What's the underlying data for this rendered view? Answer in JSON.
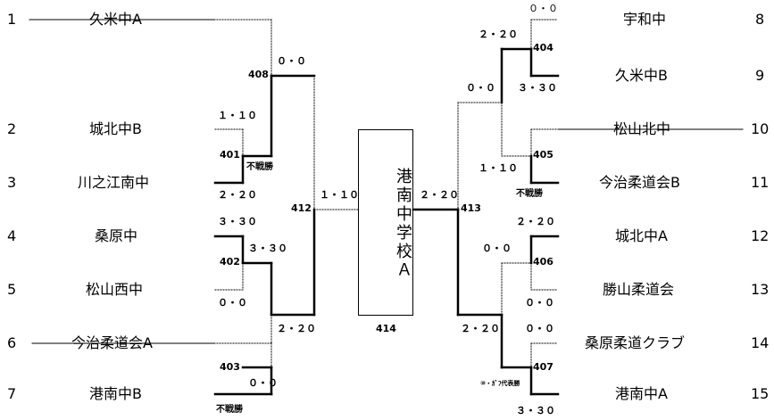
{
  "left_teams": [
    {
      "seed": "1",
      "name": "久米中A",
      "withdrawn": true
    },
    {
      "seed": "2",
      "name": "城北中B",
      "withdrawn": false
    },
    {
      "seed": "3",
      "name": "川之江南中",
      "withdrawn": false
    },
    {
      "seed": "4",
      "name": "桑原中",
      "withdrawn": false
    },
    {
      "seed": "5",
      "name": "松山西中",
      "withdrawn": false
    },
    {
      "seed": "6",
      "name": "今治柔道会A",
      "withdrawn": true
    },
    {
      "seed": "7",
      "name": "港南中B",
      "withdrawn": false
    }
  ],
  "right_teams": [
    {
      "seed": "8",
      "name": "宇和中",
      "withdrawn": false
    },
    {
      "seed": "9",
      "name": "久米中B",
      "withdrawn": false
    },
    {
      "seed": "10",
      "name": "松山北中",
      "withdrawn": true
    },
    {
      "seed": "11",
      "name": "今治柔道会B",
      "withdrawn": false
    },
    {
      "seed": "12",
      "name": "城北中A",
      "withdrawn": false
    },
    {
      "seed": "13",
      "name": "勝山柔道会",
      "withdrawn": false
    },
    {
      "seed": "14",
      "name": "桑原柔道クラブ",
      "withdrawn": false
    },
    {
      "seed": "15",
      "name": "港南中A",
      "withdrawn": false
    }
  ],
  "matches": {
    "m401": "401",
    "m402": "402",
    "m403": "403",
    "m404": "404",
    "m405": "405",
    "m406": "406",
    "m407": "407",
    "m408": "408",
    "m412": "412",
    "m413": "413",
    "m414": "414"
  },
  "scores": {
    "s408_top": "０・０",
    "s401_top": "１・１０",
    "s401_note": "不戦勝",
    "s401_bottom": "２・２０",
    "s402_top": "３・３０",
    "s402_mid": "３・３０",
    "s402_bottom": "０・０",
    "s412_right": "２・２０",
    "s403_mid": "０・０",
    "s403_note": "不戦勝",
    "s412_to_final": "１・１０",
    "s413_to_final": "２・２０",
    "s404_top": "０・０",
    "s404_mid": "２・２０",
    "s413_top": "０・０",
    "s404_bottom": "３・３０",
    "s405_mid": "１・１０",
    "s405_note": "不戦勝",
    "s406_top": "２・２０",
    "s406_mid": "０・０",
    "s406_bottom": "０・０",
    "s407_top": "０・０",
    "s413_bottom": "２・２０",
    "s407_note": "⑩・ｶﾞﾌ代表勝",
    "s407_bottom": "３・３０"
  },
  "champion": "港南中学校Ａ"
}
